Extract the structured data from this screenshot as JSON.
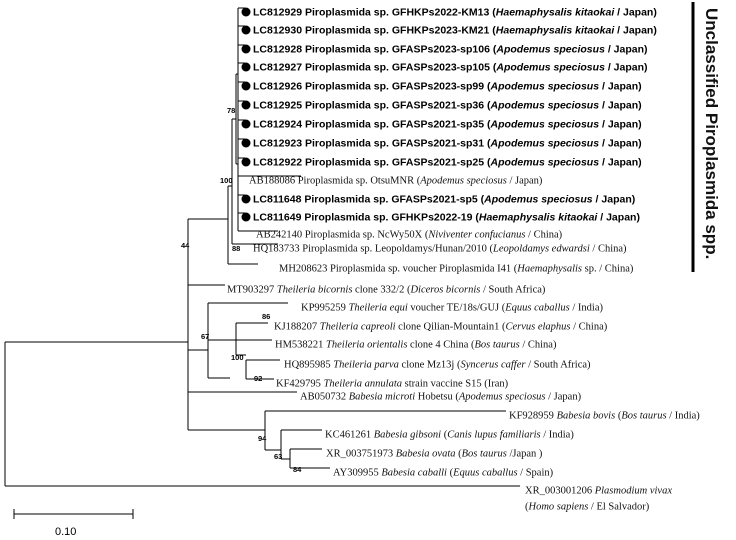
{
  "tree": {
    "taxa": [
      {
        "bold": true,
        "marker": true,
        "parts": [
          {
            "t": "LC812929 Piroplasmida sp.  GFHKPs2022-KM13 ("
          },
          {
            "t": "Haemaphysalis kitaokai",
            "i": true
          },
          {
            "t": " / Japan)"
          }
        ]
      },
      {
        "bold": true,
        "marker": true,
        "parts": [
          {
            "t": "LC812930 Piroplasmida sp.  GFHKPs2023-KM21 ("
          },
          {
            "t": "Haemaphysalis kitaokai",
            "i": true
          },
          {
            "t": " / Japan)"
          }
        ]
      },
      {
        "bold": true,
        "marker": true,
        "parts": [
          {
            "t": "LC812928 Piroplasmida sp.  GFASPs2023-sp106 ("
          },
          {
            "t": "Apodemus speciosus",
            "i": true
          },
          {
            "t": " / Japan)"
          }
        ]
      },
      {
        "bold": true,
        "marker": true,
        "parts": [
          {
            "t": "LC812927 Piroplasmida sp.  GFASPs2023-sp105 ("
          },
          {
            "t": "Apodemus speciosus",
            "i": true
          },
          {
            "t": " / Japan)"
          }
        ]
      },
      {
        "bold": true,
        "marker": true,
        "parts": [
          {
            "t": "LC812926 Piroplasmida sp.  GFASPs2023-sp99 ("
          },
          {
            "t": "Apodemus speciosus",
            "i": true
          },
          {
            "t": " / Japan)"
          }
        ]
      },
      {
        "bold": true,
        "marker": true,
        "parts": [
          {
            "t": "LC812925 Piroplasmida sp.  GFASPs2021-sp36 ("
          },
          {
            "t": "Apodemus speciosus",
            "i": true
          },
          {
            "t": " / Japan)"
          }
        ]
      },
      {
        "bold": true,
        "marker": true,
        "parts": [
          {
            "t": "LC812924 Piroplasmida sp.  GFASPs2021-sp35 ("
          },
          {
            "t": "Apodemus speciosus",
            "i": true
          },
          {
            "t": " / Japan)"
          }
        ]
      },
      {
        "bold": true,
        "marker": true,
        "parts": [
          {
            "t": "LC812923 Piroplasmida sp.  GFASPs2021-sp31 ("
          },
          {
            "t": "Apodemus speciosus",
            "i": true
          },
          {
            "t": " / Japan)"
          }
        ]
      },
      {
        "bold": true,
        "marker": true,
        "parts": [
          {
            "t": "LC812922 Piroplasmida sp.  GFASPs2021-sp25 ("
          },
          {
            "t": "Apodemus speciosus",
            "i": true
          },
          {
            "t": " / Japan)"
          }
        ]
      },
      {
        "bold": false,
        "marker": false,
        "parts": [
          {
            "t": "AB188086 Piroplasmida sp. OtsuMNR ("
          },
          {
            "t": "Apodemus speciosus",
            "i": true
          },
          {
            "t": " / Japan)"
          }
        ]
      },
      {
        "bold": true,
        "marker": true,
        "parts": [
          {
            "t": "LC811648 Piroplasmida sp.  GFASPs2021-sp5 ("
          },
          {
            "t": "Apodemus speciosus",
            "i": true
          },
          {
            "t": " / Japan)"
          }
        ]
      },
      {
        "bold": true,
        "marker": true,
        "parts": [
          {
            "t": "LC811649 Piroplasmida sp.  GFHKPs2022-19 ("
          },
          {
            "t": "Haemaphysalis kitaokai",
            "i": true
          },
          {
            "t": " / Japan)"
          }
        ]
      },
      {
        "bold": false,
        "marker": false,
        "parts": [
          {
            "t": "AB242140 Piroplasmida sp. NcWy50X ("
          },
          {
            "t": "Niviventer confucianus",
            "i": true
          },
          {
            "t": " / China)"
          }
        ]
      },
      {
        "bold": false,
        "marker": false,
        "parts": [
          {
            "t": "HQ183733 Piroplasmida sp. Leopoldamys/Hunan/2010 ("
          },
          {
            "t": "Leopoldamys edwardsi",
            "i": true
          },
          {
            "t": " / China)"
          }
        ]
      },
      {
        "bold": false,
        "marker": false,
        "parts": [
          {
            "t": "MH208623 Piroplasmida sp. voucher Piroplasmida I41 ("
          },
          {
            "t": "Haemaphysalis",
            "i": true
          },
          {
            "t": " sp. / China)"
          }
        ]
      },
      {
        "bold": false,
        "marker": false,
        "parts": [
          {
            "t": "MT903297 "
          },
          {
            "t": "Theileria bicornis",
            "i": true
          },
          {
            "t": " clone 332/2 ("
          },
          {
            "t": "Diceros bicornis",
            "i": true
          },
          {
            "t": " / South Africa)"
          }
        ]
      },
      {
        "bold": false,
        "marker": false,
        "parts": [
          {
            "t": "KP995259 "
          },
          {
            "t": "Theileria equi",
            "i": true
          },
          {
            "t": " voucher TE/18s/GUJ ("
          },
          {
            "t": "Equus caballus",
            "i": true
          },
          {
            "t": " / India)"
          }
        ]
      },
      {
        "bold": false,
        "marker": false,
        "parts": [
          {
            "t": "KJ188207 "
          },
          {
            "t": "Theileria capreoli",
            "i": true
          },
          {
            "t": " clone Qilian-Mountain1 ("
          },
          {
            "t": "Cervus elaphus",
            "i": true
          },
          {
            "t": " / China)"
          }
        ]
      },
      {
        "bold": false,
        "marker": false,
        "parts": [
          {
            "t": "HM538221 "
          },
          {
            "t": "Theileria orientalis",
            "i": true
          },
          {
            "t": " clone 4 China ("
          },
          {
            "t": "Bos taurus",
            "i": true
          },
          {
            "t": " / China)"
          }
        ]
      },
      {
        "bold": false,
        "marker": false,
        "parts": [
          {
            "t": "HQ895985 "
          },
          {
            "t": "Theileria parva",
            "i": true
          },
          {
            "t": " clone Mz13j ("
          },
          {
            "t": "Syncerus caffer",
            "i": true
          },
          {
            "t": " / South Africa)"
          }
        ]
      },
      {
        "bold": false,
        "marker": false,
        "parts": [
          {
            "t": "KF429795 "
          },
          {
            "t": "Theileria annulata",
            "i": true
          },
          {
            "t": " strain vaccine S15 (Iran)"
          }
        ]
      },
      {
        "bold": false,
        "marker": false,
        "parts": [
          {
            "t": "AB050732 "
          },
          {
            "t": "Babesia microti",
            "i": true
          },
          {
            "t": " Hobetsu ("
          },
          {
            "t": "Apodemus speciosus",
            "i": true
          },
          {
            "t": " / Japan)"
          }
        ]
      },
      {
        "bold": false,
        "marker": false,
        "parts": [
          {
            "t": "KF928959 "
          },
          {
            "t": "Babesia bovis",
            "i": true
          },
          {
            "t": " ("
          },
          {
            "t": "Bos taurus",
            "i": true
          },
          {
            "t": " / India)"
          }
        ]
      },
      {
        "bold": false,
        "marker": false,
        "parts": [
          {
            "t": "KC461261 "
          },
          {
            "t": "Babesia gibsoni",
            "i": true
          },
          {
            "t": " ("
          },
          {
            "t": "Canis lupus familiaris",
            "i": true
          },
          {
            "t": " / India)"
          }
        ]
      },
      {
        "bold": false,
        "marker": false,
        "parts": [
          {
            "t": "XR_003751973 "
          },
          {
            "t": "Babesia ovata",
            "i": true
          },
          {
            "t": " ("
          },
          {
            "t": "Bos taurus",
            "i": true
          },
          {
            "t": " /Japan )"
          }
        ]
      },
      {
        "bold": false,
        "marker": false,
        "parts": [
          {
            "t": "AY309955 "
          },
          {
            "t": "Babesia caballi",
            "i": true
          },
          {
            "t": " ("
          },
          {
            "t": "Equus caballus",
            "i": true
          },
          {
            "t": " / Spain)"
          }
        ]
      },
      {
        "bold": false,
        "marker": false,
        "parts": [
          {
            "t": "XR_003001206 "
          },
          {
            "t": "Plasmodium vivax",
            "i": true
          }
        ]
      },
      {
        "bold": false,
        "marker": false,
        "parts": [
          {
            "t": "("
          },
          {
            "t": "Homo sapiens",
            "i": true
          },
          {
            "t": " / El Salvador)"
          }
        ]
      }
    ],
    "bootstrap": [
      "78",
      "100",
      "44",
      "88",
      "86",
      "67",
      "100",
      "92",
      "94",
      "63",
      "84"
    ],
    "clade_label": "Unclassified Piroplasmida spp.",
    "scale_label": "0.10"
  }
}
